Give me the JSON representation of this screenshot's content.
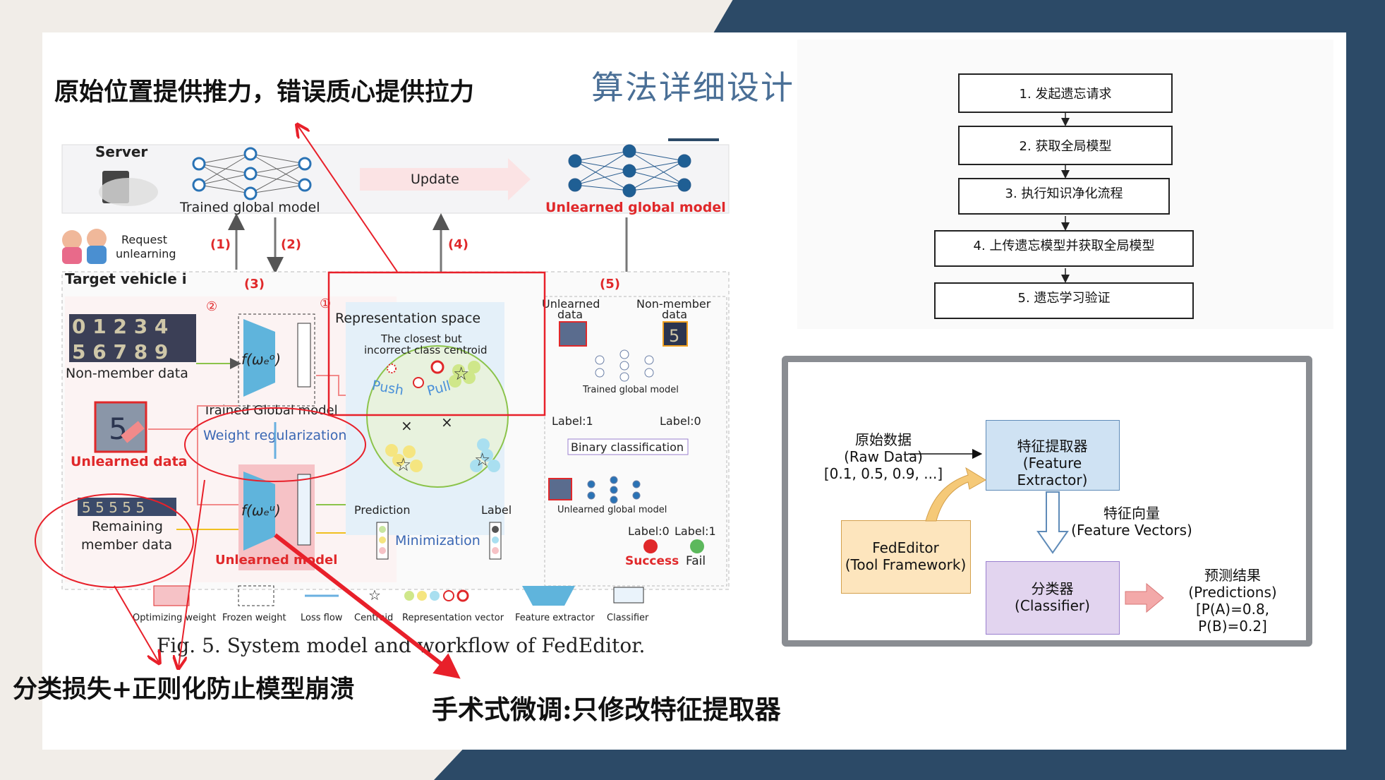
{
  "slide": {
    "title": "算法详细设计",
    "annotation_top": "原始位置提供推力，错误质心提供拉力",
    "annotation_bottom_left": "分类损失+正则化防止模型崩溃",
    "annotation_bottom_mid": "手术式微调:只修改特征提取器"
  },
  "figure": {
    "caption": "Fig. 5.   System model and workflow of FedEditor.",
    "server_label": "Server",
    "trained_global_model": "Trained global model",
    "update": "Update",
    "unlearned_global_model": "Unlearned global model",
    "request_unlearning": "Request unlearning",
    "step1": "(1)",
    "step2": "(2)",
    "step3": "(3)",
    "step4": "(4)",
    "step5": "(5)",
    "target_vehicle": "Target vehicle i",
    "circle1": "①",
    "circle2": "②",
    "non_member_data": "Non-member data",
    "unlearned_data": "Unlearned data",
    "remaining_member_data": "Remaining member data",
    "trained_global_model_block": "Trained Global model",
    "weight_regularization": "Weight regularization",
    "unlearned_model": "Unlearned model",
    "f_we_o": "f(ωₑᵒ)",
    "f_we_u": "f(ωₑᵘ)",
    "representation_space": "Representation space",
    "closest_centroid": "The closest but incorrect class centroid",
    "push": "Push",
    "pull": "Pull",
    "prediction": "Prediction",
    "label": "Label",
    "minimization": "Minimization",
    "unlearned_data_r": "Unlearned data",
    "non_member_data_r": "Non-member data",
    "trained_global_model_small": "Trained global model",
    "label1": "Label:1",
    "label0": "Label:0",
    "binary_classification": "Binary classification",
    "unlearned_global_model_small": "Unlearned global model",
    "label0_b": "Label:0",
    "label1_b": "Label:1",
    "success": "Success",
    "fail": "Fail",
    "legend": [
      "Optimizing weight",
      "Frozen weight",
      "Loss flow",
      "Centroid",
      "Representation vector",
      "Feature extractor",
      "Classifier"
    ]
  },
  "flowchart": {
    "steps": [
      "1. 发起遗忘请求",
      "2. 获取全局模型",
      "3. 执行知识净化流程",
      "4. 上传遗忘模型并获取全局模型",
      "5. 遗忘学习验证"
    ]
  },
  "whiteboard": {
    "raw_data": [
      "原始数据",
      "(Raw Data)",
      "[0.1, 0.5, 0.9, ...]"
    ],
    "feature_extractor": [
      "特征提取器",
      "(Feature Extractor)"
    ],
    "fededitor": [
      "FedEditor",
      "(Tool Framework)"
    ],
    "feature_vectors": [
      "特征向量",
      "(Feature Vectors)"
    ],
    "classifier": [
      "分类器",
      "(Classifier)"
    ],
    "predictions": [
      "预测结果",
      "(Predictions)",
      "[P(A)=0.8, P(B)=0.2]"
    ]
  },
  "colors": {
    "dark_navy": "#2c4a67",
    "title_blue": "#4a6f96",
    "annotation_red": "#e8202a",
    "feature_blue": "#5fb4dc",
    "optimizing_pink": "#f6c2c6",
    "fe_box": "#cfe2f3",
    "fed_box": "#fde5bd",
    "cls_box": "#e2d4ef",
    "pred_arrow": "#f3a9a9"
  }
}
